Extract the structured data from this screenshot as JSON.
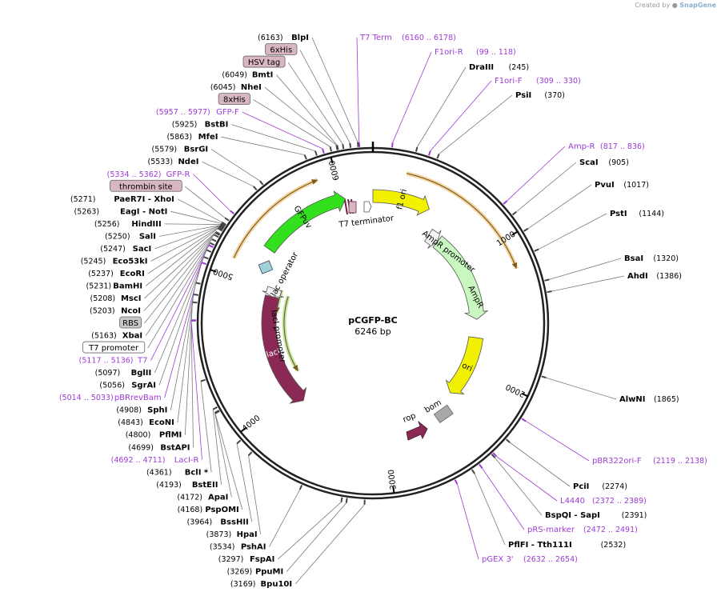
{
  "credit": {
    "prefix": "Created by",
    "brand": "SnapGene"
  },
  "plasmid": {
    "name": "pCGFP-BC",
    "size_label": "6246 bp",
    "length": 6246
  },
  "ruler": {
    "ticks": [
      {
        "pos": 1000,
        "label": "1000"
      },
      {
        "pos": 2000,
        "label": "2000"
      },
      {
        "pos": 3000,
        "label": "3000"
      },
      {
        "pos": 4000,
        "label": "4000"
      },
      {
        "pos": 5000,
        "label": "5000"
      },
      {
        "pos": 6000,
        "label": "6000"
      }
    ]
  },
  "features": [
    {
      "name": "GFPuv",
      "label": "GFPuv",
      "start": 5300,
      "end": 6030,
      "color": "#33e01e",
      "strand": 1,
      "ring": 1,
      "label_on_arc": true
    },
    {
      "name": "f1 ori",
      "label": "f1 ori",
      "start": 0,
      "end": 456,
      "color": "#f2f200",
      "strand": 1,
      "ring": 1,
      "label_on_arc": true
    },
    {
      "name": "AmpR promoter",
      "label": "AmpR promoter",
      "start": 560,
      "end": 665,
      "color": "#f4f4f4",
      "strand": 1,
      "ring": 2,
      "label_on_arc": false
    },
    {
      "name": "AmpR",
      "label": "AmpR",
      "start": 665,
      "end": 1525,
      "color": "#c8f7c0",
      "strand": 1,
      "ring": 2,
      "label_on_arc": false
    },
    {
      "name": "ori",
      "label": "ori",
      "start": 1700,
      "end": 2290,
      "color": "#f2f200",
      "strand": 1,
      "ring": 2,
      "label_on_arc": true
    },
    {
      "name": "lacI",
      "label": "lacI",
      "start": 3850,
      "end": 4940,
      "color": "#8a2a54",
      "strand": -1,
      "ring": 2,
      "label_on_arc": true
    },
    {
      "name": "lacI promoter",
      "label": "lacI promoter",
      "start": 4940,
      "end": 5020,
      "color": "#f4f4f4",
      "strand": -1,
      "ring": 2,
      "label_on_arc": false
    }
  ],
  "primers": [
    {
      "name": "1000-arc",
      "start": 220,
      "end": 1200,
      "ring": 0,
      "color": "#e8a740",
      "strand": 1
    },
    {
      "name": "5000-arc",
      "start": 5120,
      "end": 5880,
      "ring": 0,
      "color": "#e8a740",
      "strand": 1
    },
    {
      "name": "lacI-primer-arc",
      "start": 4120,
      "end": 4990,
      "ring": 3,
      "color": "#7fcc40",
      "strand": -1
    },
    {
      "name": "lacI-inner-arc",
      "start": 4790,
      "end": 5030,
      "ring": 2.2,
      "color": "#7fcc40",
      "strand": -1
    }
  ],
  "inner_labels": {
    "t7_terminator": "T7 terminator",
    "lac_operator": "lac operator",
    "amp_promoter": "AmpR promoter",
    "ampr": "AmpR",
    "laci_promoter": "lacI promoter",
    "rop": "rop",
    "bom": "bom"
  },
  "right_labels": [
    {
      "text": "T7 Term",
      "pos_text": "(6160 .. 6178)",
      "kind": "feature",
      "anchor": 6170
    },
    {
      "text": "F1ori-R",
      "pos_text": "(99 .. 118)",
      "kind": "feature",
      "anchor": 108
    },
    {
      "text": "DraIII",
      "pos_text": "(245)",
      "kind": "site",
      "anchor": 245
    },
    {
      "text": "F1ori-F",
      "pos_text": "(309 .. 330)",
      "kind": "feature",
      "anchor": 320
    },
    {
      "text": "PsiI",
      "pos_text": "(370)",
      "kind": "site",
      "anchor": 370
    },
    {
      "text": "Amp-R",
      "pos_text": "(817 .. 836)",
      "kind": "feature",
      "anchor": 826
    },
    {
      "text": "ScaI",
      "pos_text": "(905)",
      "kind": "site",
      "anchor": 905
    },
    {
      "text": "PvuI",
      "pos_text": "(1017)",
      "kind": "site",
      "anchor": 1017
    },
    {
      "text": "PstI",
      "pos_text": "(1144)",
      "kind": "site",
      "anchor": 1144
    },
    {
      "text": "BsaI",
      "pos_text": "(1320)",
      "kind": "site",
      "anchor": 1320
    },
    {
      "text": "AhdI",
      "pos_text": "(1386)",
      "kind": "site",
      "anchor": 1386
    },
    {
      "text": "AlwNI",
      "pos_text": "(1865)",
      "kind": "site",
      "anchor": 1865
    },
    {
      "text": "pBR322ori-F",
      "pos_text": "(2119 .. 2138)",
      "kind": "feature",
      "anchor": 2128
    },
    {
      "text": "PciI",
      "pos_text": "(2274)",
      "kind": "site",
      "anchor": 2274
    },
    {
      "text": "L4440",
      "pos_text": "(2372 .. 2389)",
      "kind": "feature",
      "anchor": 2380
    },
    {
      "text": "BspQI  - SapI",
      "pos_text": "(2391)",
      "kind": "site",
      "anchor": 2391
    },
    {
      "text": "pRS-marker",
      "pos_text": "(2472 .. 2491)",
      "kind": "feature",
      "anchor": 2481
    },
    {
      "text": "PflFI  - Tth111I",
      "pos_text": "(2532)",
      "kind": "site",
      "anchor": 2532
    },
    {
      "text": "pGEX 3'",
      "pos_text": "(2632 .. 2654)",
      "kind": "feature",
      "anchor": 2643
    }
  ],
  "left_labels": [
    {
      "text": "BlpI",
      "pos_text": "(6163)",
      "kind": "site",
      "anchor": 6163
    },
    {
      "text": "6xHis",
      "pos_text": "",
      "kind": "tag",
      "anchor": 6120
    },
    {
      "text": "HSV tag",
      "pos_text": "",
      "kind": "tag",
      "anchor": 6080
    },
    {
      "text": "BmtI",
      "pos_text": "(6049)",
      "kind": "site",
      "anchor": 6049
    },
    {
      "text": "NheI",
      "pos_text": "(6045)",
      "kind": "site",
      "anchor": 6045
    },
    {
      "text": "8xHis",
      "pos_text": "",
      "kind": "tag",
      "anchor": 6010
    },
    {
      "text": "GFP-F",
      "pos_text": "(5957 .. 5977)",
      "kind": "feature",
      "anchor": 5967
    },
    {
      "text": "BstBI",
      "pos_text": "(5925)",
      "kind": "site",
      "anchor": 5925
    },
    {
      "text": "MfeI",
      "pos_text": "(5863)",
      "kind": "site",
      "anchor": 5863
    },
    {
      "text": "BsrGI",
      "pos_text": "(5579)",
      "kind": "site",
      "anchor": 5579
    },
    {
      "text": "NdeI",
      "pos_text": "(5533)",
      "kind": "site",
      "anchor": 5533
    },
    {
      "text": "GFP-R",
      "pos_text": "(5334 .. 5362)",
      "kind": "feature",
      "anchor": 5348
    },
    {
      "text": "thrombin site",
      "pos_text": "",
      "kind": "tag",
      "anchor": 5300
    },
    {
      "text": "PaeR7I  - XhoI",
      "pos_text": "(5271)",
      "kind": "site",
      "anchor": 5271
    },
    {
      "text": "EagI  - NotI",
      "pos_text": "(5263)",
      "kind": "site",
      "anchor": 5263
    },
    {
      "text": "HindIII",
      "pos_text": "(5256)",
      "kind": "site",
      "anchor": 5256
    },
    {
      "text": "SalI",
      "pos_text": "(5250)",
      "kind": "site",
      "anchor": 5250
    },
    {
      "text": "SacI",
      "pos_text": "(5247)",
      "kind": "site",
      "anchor": 5247
    },
    {
      "text": "Eco53kI",
      "pos_text": "(5245)",
      "kind": "site",
      "anchor": 5245
    },
    {
      "text": "EcoRI",
      "pos_text": "(5237)",
      "kind": "site",
      "anchor": 5237
    },
    {
      "text": "BamHI",
      "pos_text": "(5231)",
      "kind": "site",
      "anchor": 5231
    },
    {
      "text": "MscI",
      "pos_text": "(5208)",
      "kind": "site",
      "anchor": 5208
    },
    {
      "text": "NcoI",
      "pos_text": "(5203)",
      "kind": "site",
      "anchor": 5203
    },
    {
      "text": "RBS",
      "pos_text": "",
      "kind": "tag-gray",
      "anchor": 5190
    },
    {
      "text": "XbaI",
      "pos_text": "(5163)",
      "kind": "site",
      "anchor": 5163
    },
    {
      "text": "T7 promoter",
      "pos_text": "",
      "kind": "tag-white",
      "anchor": 5140
    },
    {
      "text": "T7",
      "pos_text": "(5117 .. 5136)",
      "kind": "feature",
      "anchor": 5126
    },
    {
      "text": "BglII",
      "pos_text": "(5097)",
      "kind": "site",
      "anchor": 5097
    },
    {
      "text": "SgrAI",
      "pos_text": "(5056)",
      "kind": "site",
      "anchor": 5056
    },
    {
      "text": "pBRrevBam",
      "pos_text": "(5014 .. 5033)",
      "kind": "feature",
      "anchor": 5023
    },
    {
      "text": "SphI",
      "pos_text": "(4908)",
      "kind": "site",
      "anchor": 4908
    },
    {
      "text": "EcoNI",
      "pos_text": "(4843)",
      "kind": "site",
      "anchor": 4843
    },
    {
      "text": "PflMI",
      "pos_text": "(4800)",
      "kind": "site",
      "anchor": 4800
    },
    {
      "text": "BstAPI",
      "pos_text": "(4699)",
      "kind": "site",
      "anchor": 4699
    },
    {
      "text": "LacI-R",
      "pos_text": "(4692 .. 4711)",
      "kind": "feature",
      "anchor": 4701
    },
    {
      "text": "BclI *",
      "pos_text": "(4361)",
      "kind": "site",
      "anchor": 4361
    },
    {
      "text": "BstEII",
      "pos_text": "(4193)",
      "kind": "site",
      "anchor": 4193
    },
    {
      "text": "ApaI",
      "pos_text": "(4172)",
      "kind": "site",
      "anchor": 4172
    },
    {
      "text": "PspOMI",
      "pos_text": "(4168)",
      "kind": "site",
      "anchor": 4168
    },
    {
      "text": "BssHII",
      "pos_text": "(3964)",
      "kind": "site",
      "anchor": 3964
    },
    {
      "text": "HpaI",
      "pos_text": "(3873)",
      "kind": "site",
      "anchor": 3873
    },
    {
      "text": "PshAI",
      "pos_text": "(3534)",
      "kind": "site",
      "anchor": 3534
    },
    {
      "text": "FspAI",
      "pos_text": "(3297)",
      "kind": "site",
      "anchor": 3297
    },
    {
      "text": "PpuMI",
      "pos_text": "(3269)",
      "kind": "site",
      "anchor": 3269
    },
    {
      "text": "Bpu10I",
      "pos_text": "(3169)",
      "kind": "site",
      "anchor": 3169
    }
  ],
  "colors": {
    "backbone": "#222222",
    "site_line": "#7a7a7a",
    "feature_purple": "#9c3bd6",
    "tag_pink": "#d9b7c2",
    "tag_gray": "#c8c8c8",
    "orange_arc": "#e8a740"
  }
}
